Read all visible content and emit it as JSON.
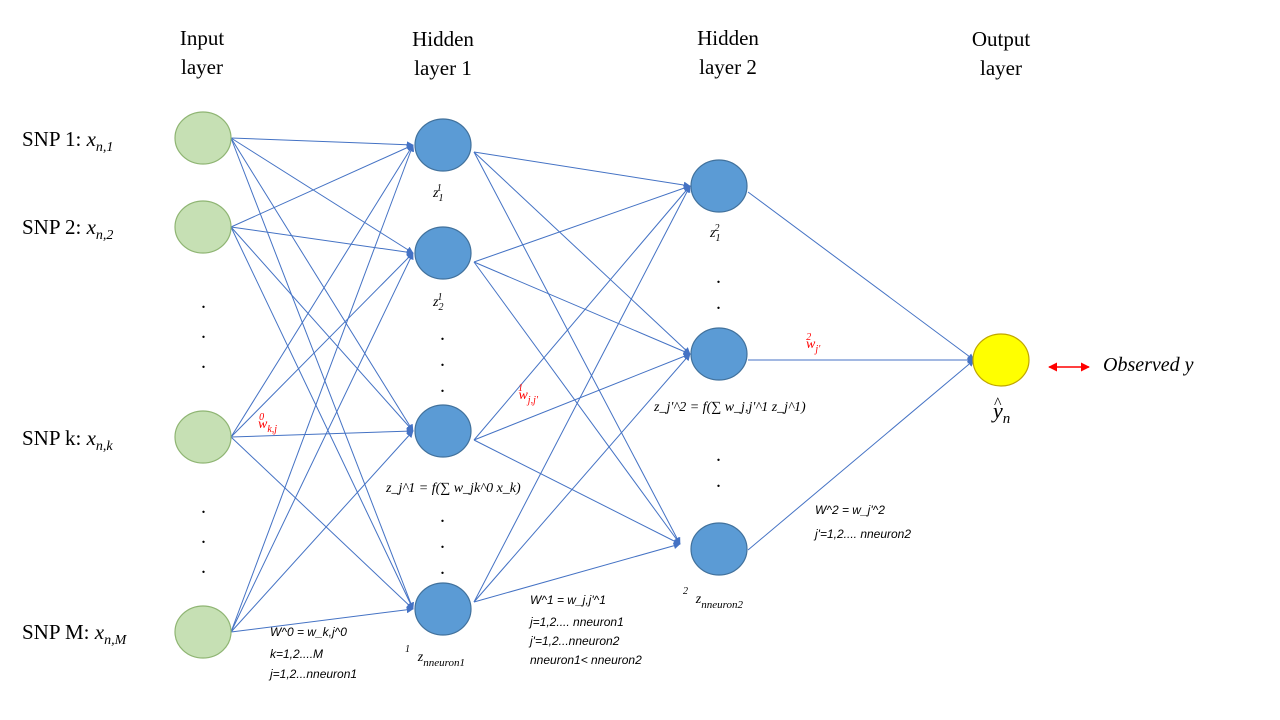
{
  "headers": {
    "input_line1": "Input",
    "input_line2": "layer",
    "hidden1_line1": "Hidden",
    "hidden1_line2": "layer 1",
    "hidden2_line1": "Hidden",
    "hidden2_line2": "layer 2",
    "output_line1": "Output",
    "output_line2": "layer"
  },
  "inputs": {
    "snp1": {
      "label": "SNP 1: ",
      "var": "x",
      "sub": "n,1"
    },
    "snp2": {
      "label": "SNP 2: ",
      "var": "x",
      "sub": "n,2"
    },
    "snpk": {
      "label": "SNP k: ",
      "var": "x",
      "sub": "n,k"
    },
    "snpm": {
      "label": "SNP M: ",
      "var": "x",
      "sub": "n,M"
    }
  },
  "hidden1": {
    "z1": {
      "var": "z",
      "sub": "1",
      "sup": "1"
    },
    "z2": {
      "var": "z",
      "sub": "2",
      "sup": "1"
    },
    "zn": {
      "var": "z",
      "sub": "nneuron1",
      "sup": "1"
    },
    "formula": "z_j^1 = f(∑ w_jk^0 x_k)"
  },
  "hidden2": {
    "z1": {
      "var": "z",
      "sub": "1",
      "sup": "2"
    },
    "zn": {
      "var": "z",
      "sub": "nneuron2",
      "sup": "2"
    },
    "formula": "z_j'^2 = f(∑ w_j,j'^1 z_j^1)"
  },
  "weights": {
    "w0": {
      "var": "w",
      "sub": "k,j",
      "sup": "0"
    },
    "w1": {
      "var": "w",
      "sub": "j,j'",
      "sup": "1"
    },
    "w2": {
      "var": "w",
      "sub": "j'",
      "sup": "2"
    }
  },
  "notes": {
    "w0_def": "W^0 = w_k,j^0",
    "w0_line2": "k=1,2....M",
    "w0_line3": "j=1,2...nneuron1",
    "w1_def": "W^1 = w_j,j'^1",
    "w1_line2": "j=1,2.... nneuron1",
    "w1_line3": "j'=1,2...nneuron2",
    "w1_line4": "nneuron1< nneuron2",
    "w2_def": "W^2 = w_j'^2",
    "w2_line2": "j'=1,2.... nneuron2"
  },
  "output": {
    "yhat_var": "y",
    "yhat_sub": "n",
    "observed": "Observed y"
  },
  "colors": {
    "input_node": "#c6e0b4",
    "input_stroke": "#8fb573",
    "hidden_node": "#5b9bd5",
    "hidden_stroke": "#41719c",
    "output_node": "#ffff00",
    "output_stroke": "#bfa600",
    "edge": "#4472c4",
    "weight_label": "#ff0000",
    "observed_arrow": "#ff0000"
  }
}
